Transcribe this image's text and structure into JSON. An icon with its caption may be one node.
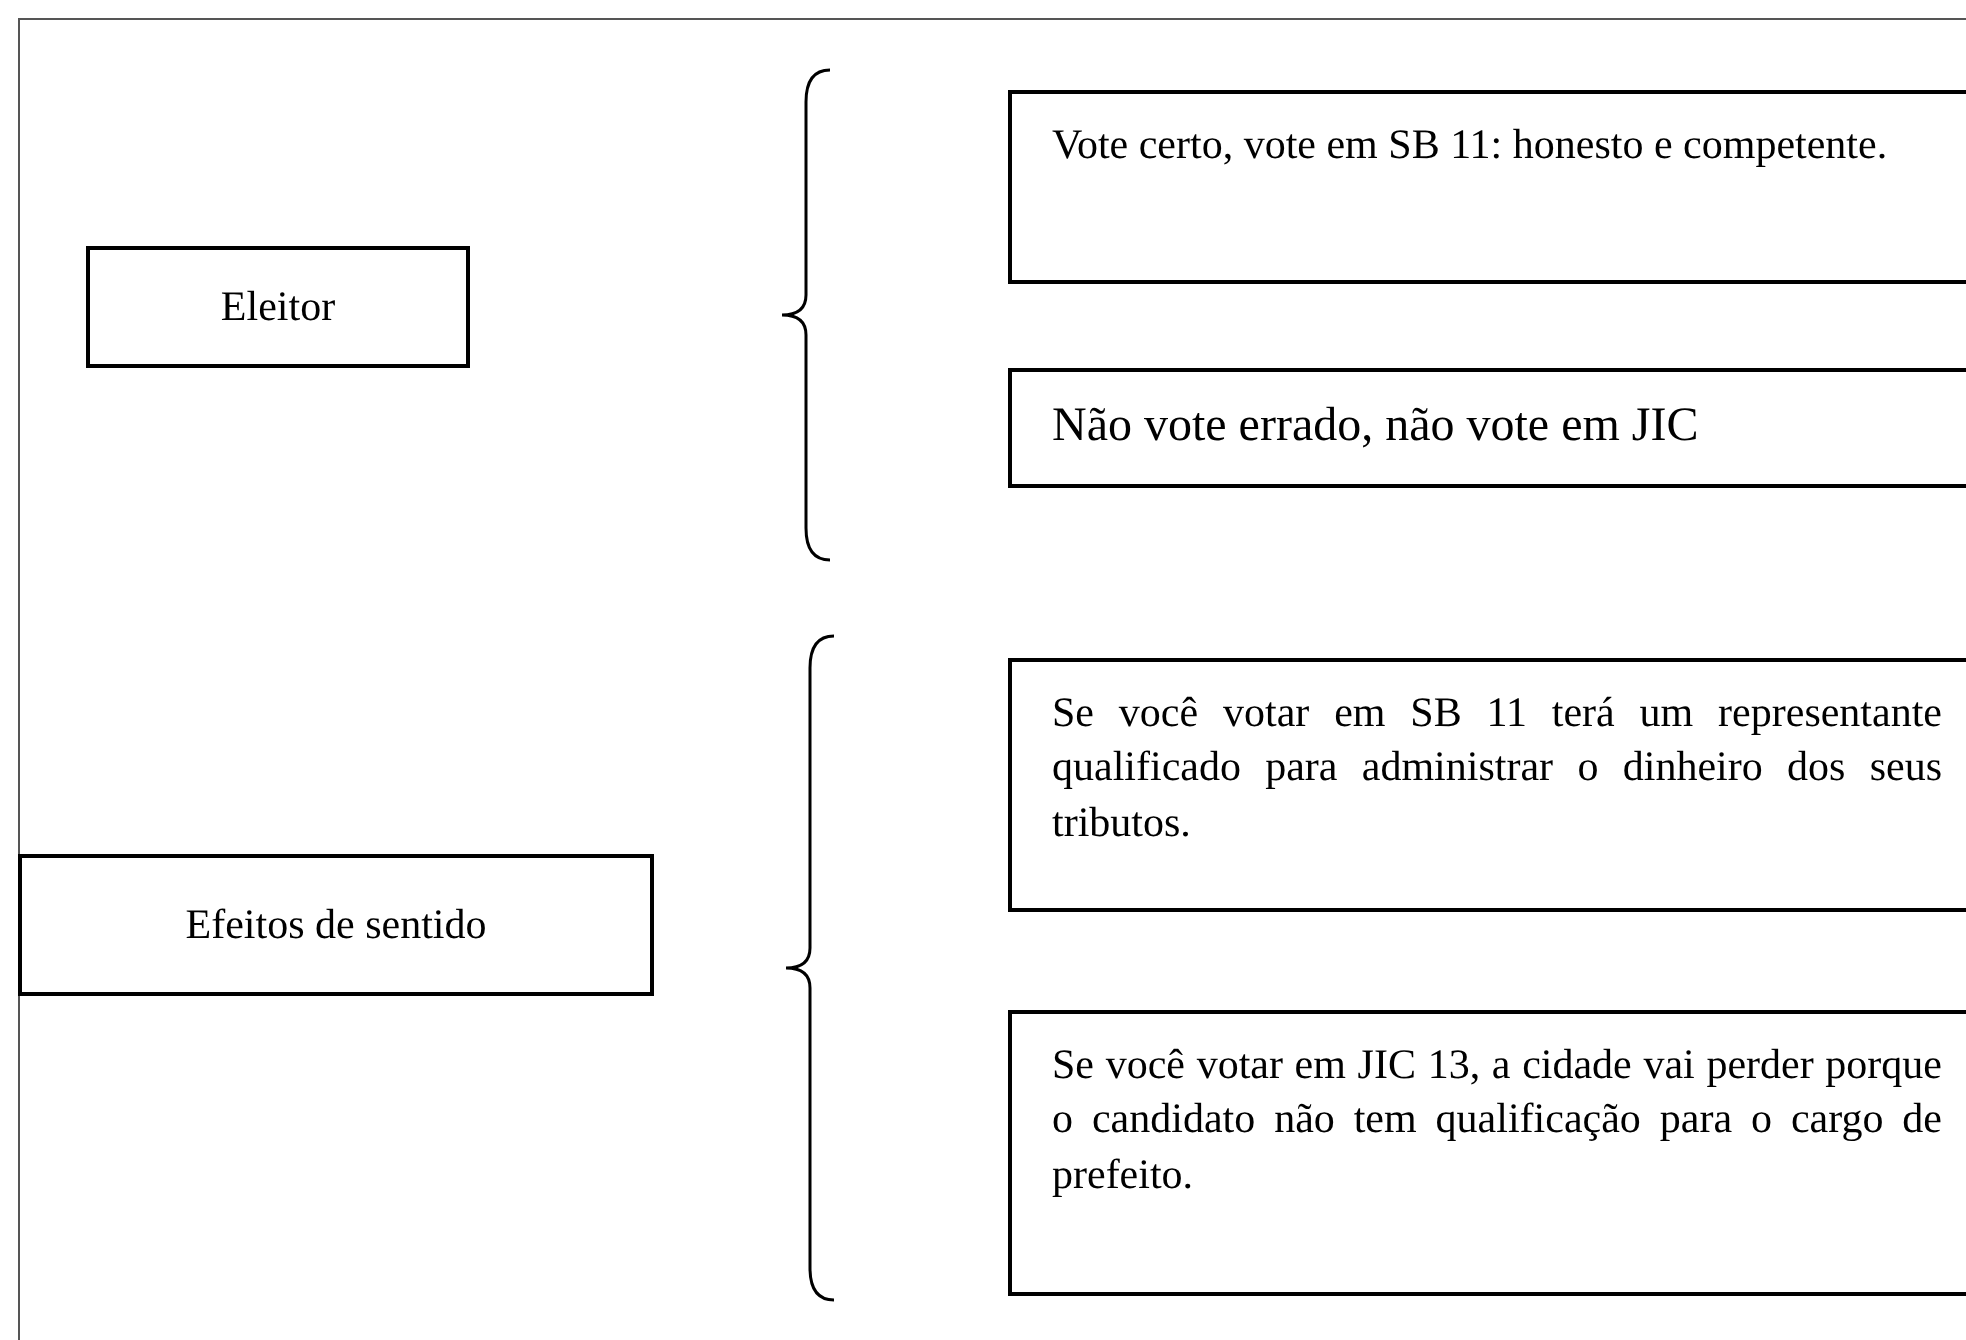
{
  "diagram": {
    "nodes": [
      {
        "text": [
          "Eleitor"
        ]
      },
      {
        "text": [
          "Vote certo, vote em SB 11: honesto e competente."
        ]
      },
      {
        "text": [
          "Não vote errado, não vote em JIC"
        ]
      },
      {
        "text": [
          "Efeitos de sentido"
        ]
      },
      {
        "text": [
          "Se você votar em SB 11 terá um representante qualificado para administrar o dinheiro dos seus tributos."
        ]
      },
      {
        "text": [
          "Se você votar em JIC 13, a cidade vai perder porque o candidato não tem qualificação para o cargo de prefeito."
        ]
      }
    ]
  }
}
